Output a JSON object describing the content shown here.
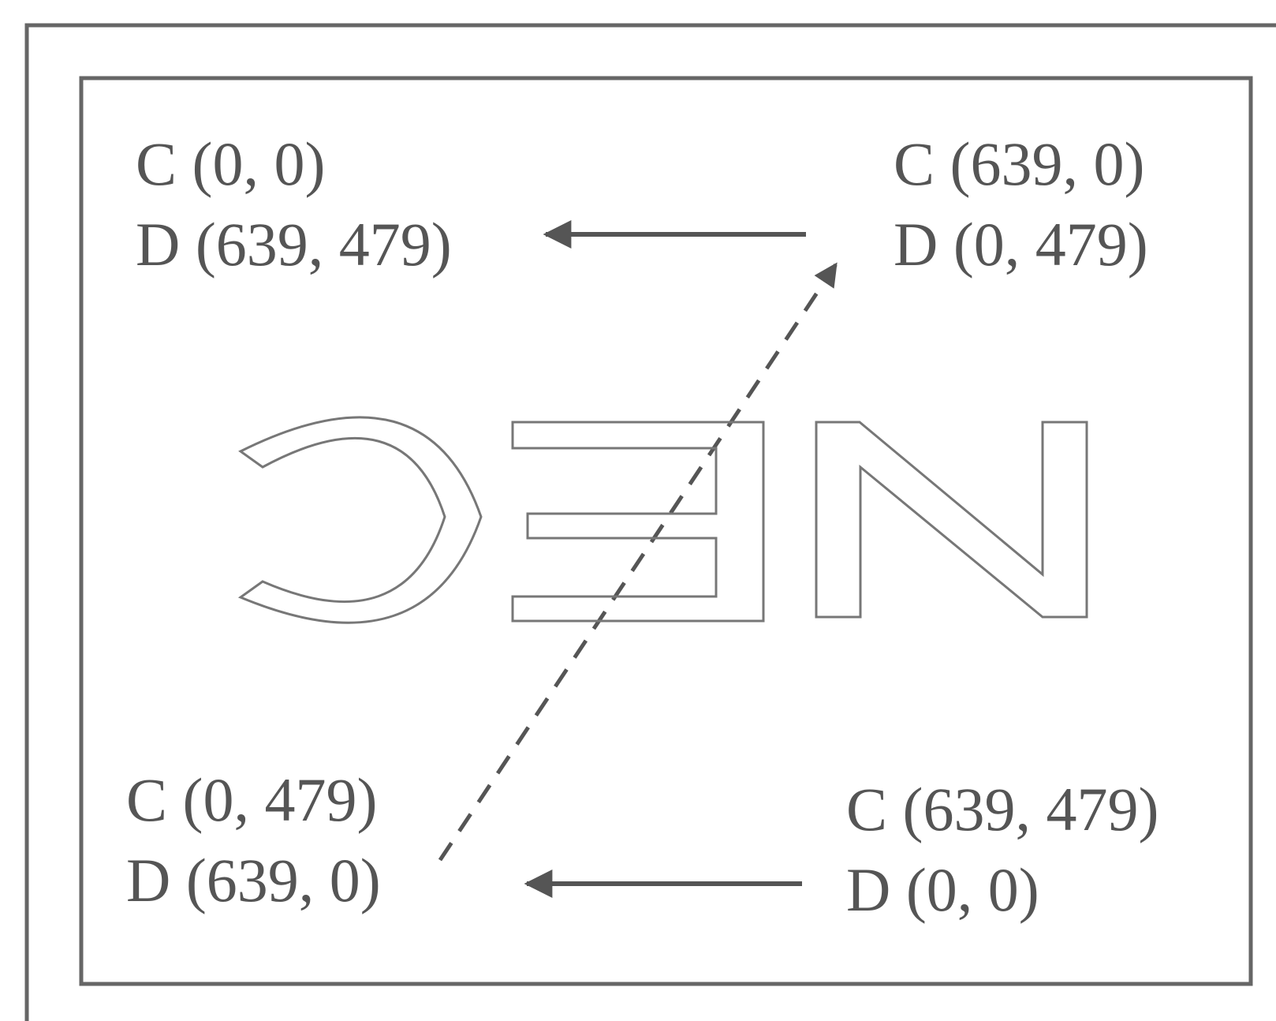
{
  "corners": {
    "top_left": {
      "c": "C (0, 0)",
      "d": "D (639, 479)"
    },
    "top_right": {
      "c": "C (639, 0)",
      "d": "D (0, 479)"
    },
    "bottom_left": {
      "c": "C (0, 479)",
      "d": "D (639, 0)"
    },
    "bottom_right": {
      "c": "C (639, 479)",
      "d": "D (0, 0)"
    }
  },
  "mirrored_logo_text": "NEC",
  "colors": {
    "frame": "#666666",
    "arrow": "#555555",
    "text": "#555555",
    "logo_outline": "#777777"
  }
}
